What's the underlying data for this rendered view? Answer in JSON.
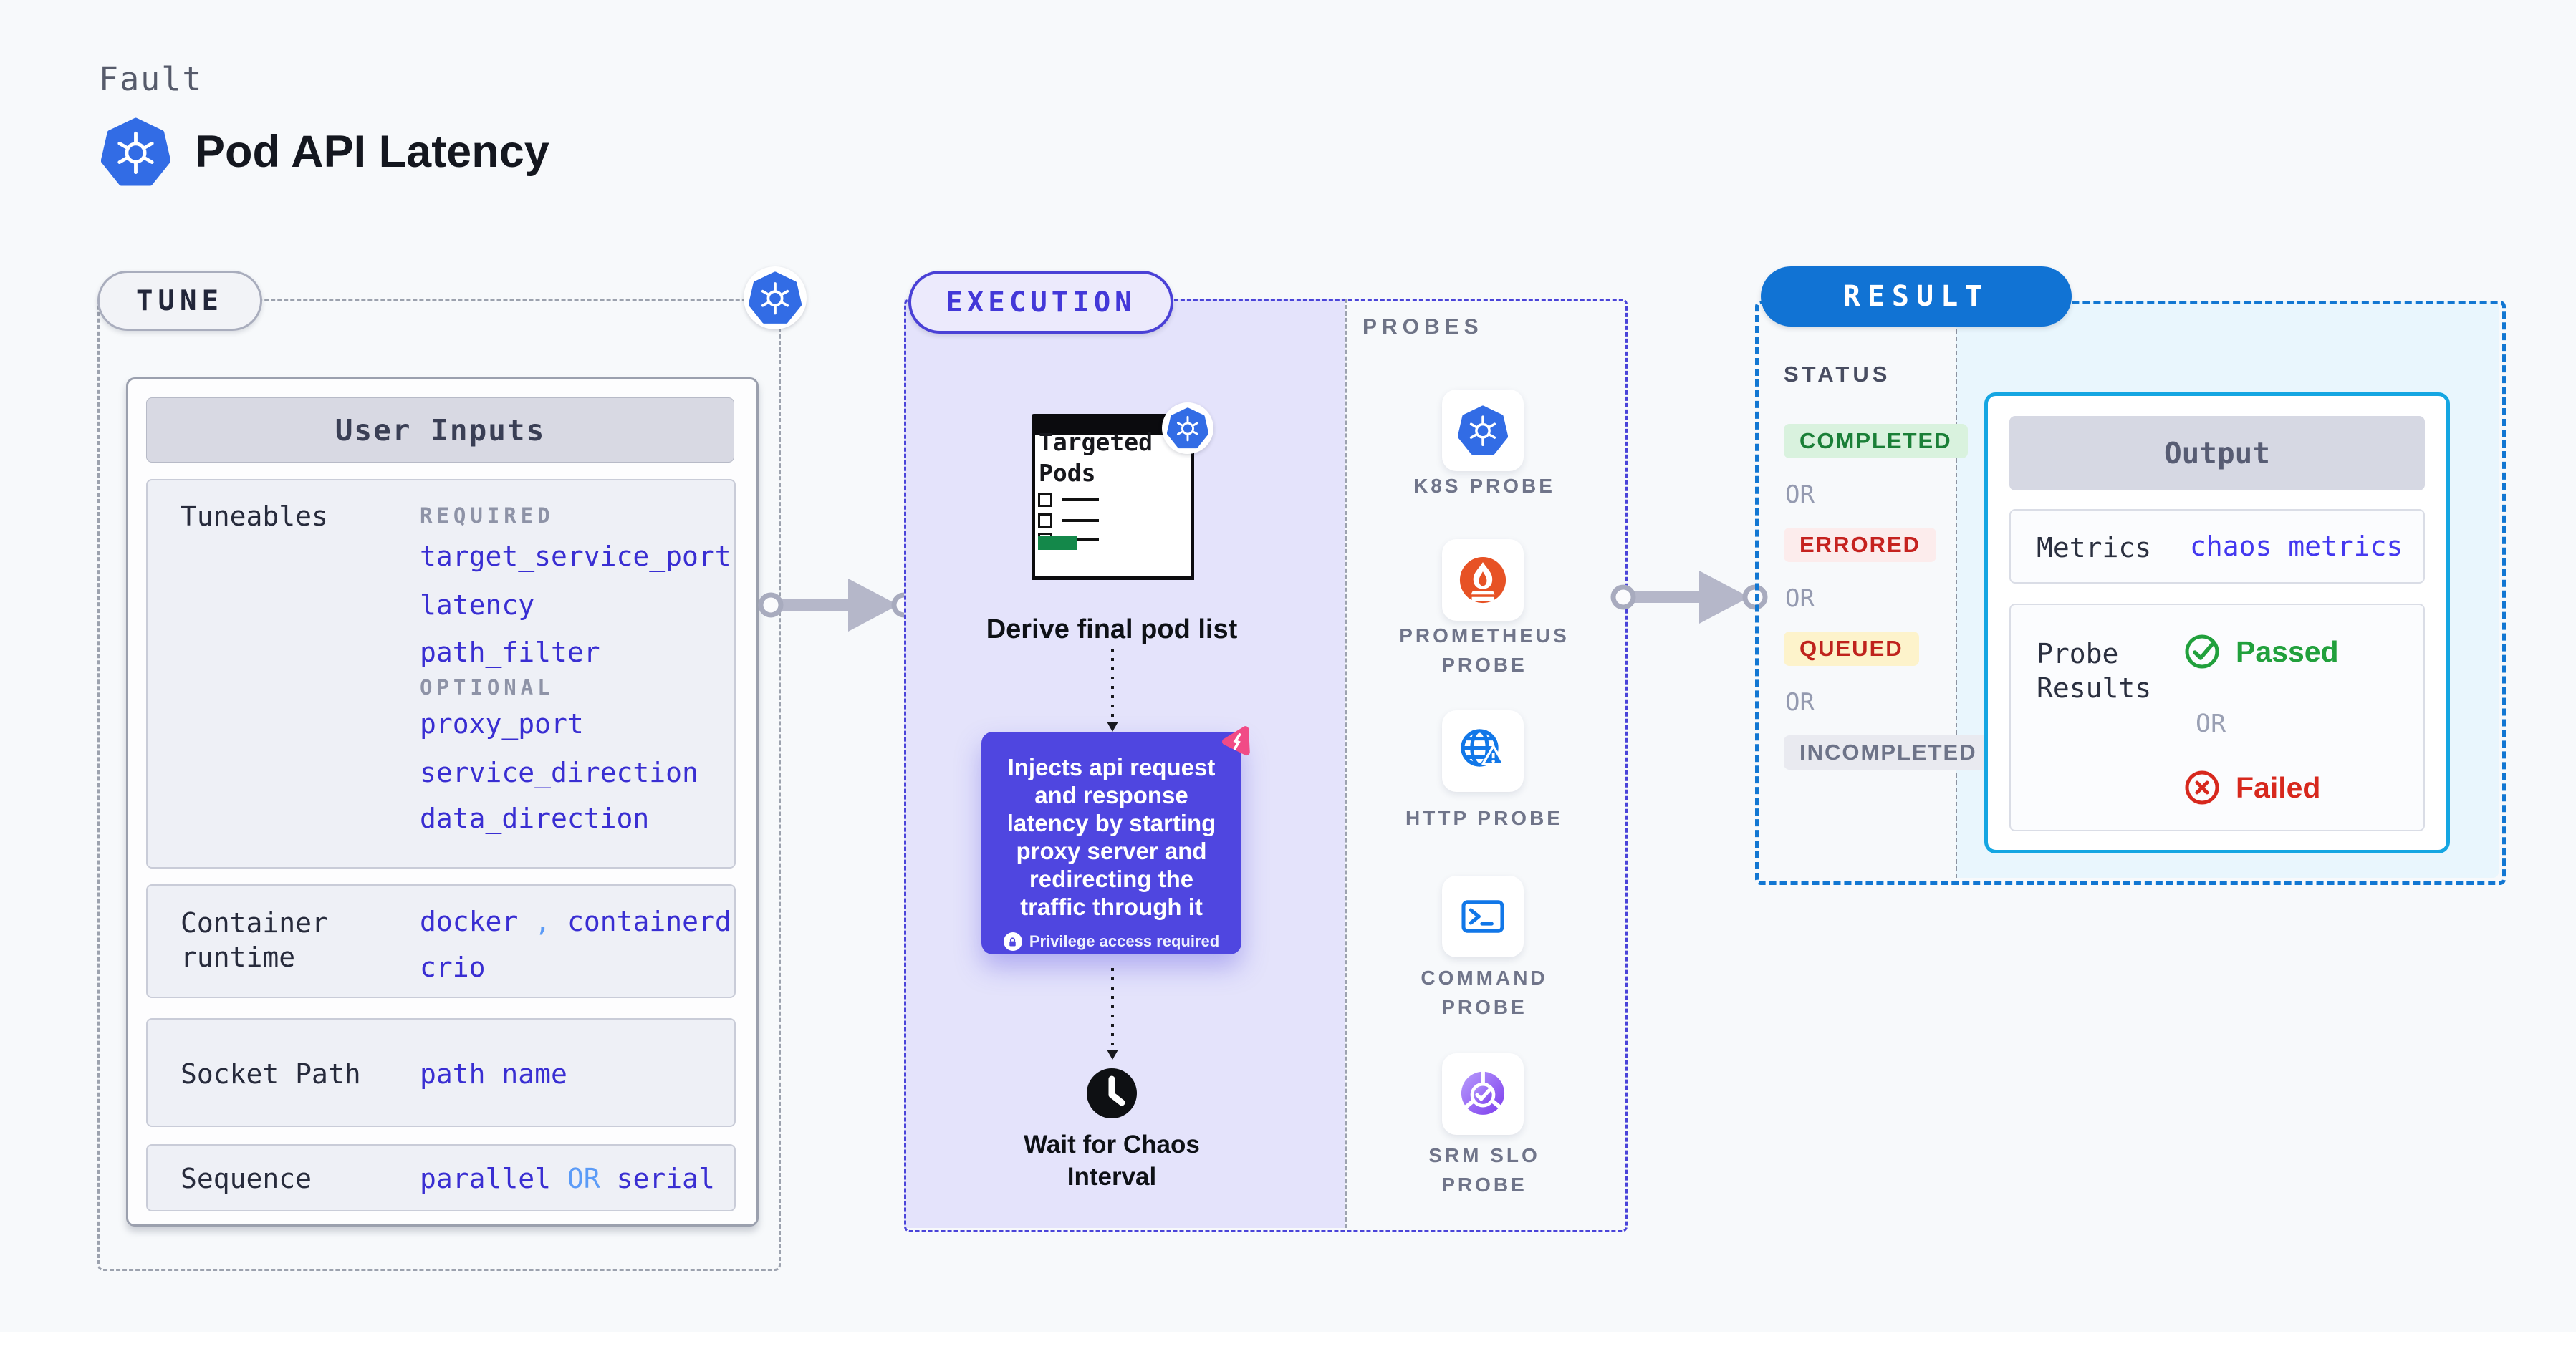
{
  "header": {
    "eyebrow": "Fault",
    "title": "Pod API Latency"
  },
  "colors": {
    "accent_indigo": "#4f46e0",
    "execution_border": "#4a44d9",
    "lavender_bg": "#e4e3fb",
    "result_blue": "#1173d4",
    "output_border": "#15a6e2",
    "cyan_bg": "#e9f6fd",
    "param_blue": "#392ed2",
    "link_blue": "#5b9bf7",
    "green": "#21a03c",
    "red": "#d7281d",
    "kubernetes_blue": "#326ce5",
    "prometheus_orange": "#e75225",
    "chaos_pink": "#f14b86"
  },
  "tune": {
    "badge_label": "TUNE",
    "user_inputs_header": "User Inputs",
    "tuneables_label": "Tuneables",
    "required_label": "REQUIRED",
    "required_params": [
      "target_service_port",
      "latency",
      "path_filter"
    ],
    "optional_label": "OPTIONAL",
    "optional_params": [
      "proxy_port",
      "service_direction",
      "data_direction"
    ],
    "container_runtime": {
      "label": "Container runtime",
      "value1": "docker",
      "separator": ",",
      "value2": "containerd",
      "value3": "crio"
    },
    "socket_path": {
      "label": "Socket Path",
      "value": "path name"
    },
    "sequence": {
      "label": "Sequence",
      "value1": "parallel",
      "or": "OR",
      "value2": "serial"
    }
  },
  "execution": {
    "badge_label": "EXECUTION",
    "targeted_pods_label": "Targeted Pods",
    "derive_label": "Derive final pod list",
    "inject_text": "Injects api request and response latency by starting proxy server and redirecting the traffic through it",
    "privilege_label": "Privilege access required",
    "wait_label": "Wait for Chaos Interval"
  },
  "probes": {
    "title": "PROBES",
    "items": [
      {
        "label": "K8S PROBE",
        "icon": "kubernetes-icon"
      },
      {
        "label": "PROMETHEUS PROBE",
        "icon": "prometheus-icon"
      },
      {
        "label": "HTTP PROBE",
        "icon": "http-globe-icon"
      },
      {
        "label": "COMMAND PROBE",
        "icon": "terminal-icon"
      },
      {
        "label": "SRM SLO PROBE",
        "icon": "slo-pie-icon"
      }
    ]
  },
  "result": {
    "badge_label": "RESULT",
    "status_label": "STATUS",
    "or_label": "OR",
    "statuses": [
      {
        "label": "COMPLETED",
        "css": "color:#1a7f37;background:#d9f2de"
      },
      {
        "label": "ERRORED",
        "css": "color:#c5221f;background:#fcecec"
      },
      {
        "label": "QUEUED",
        "css": "color:#bf231d;background:#fdf3cb"
      },
      {
        "label": "INCOMPLETED",
        "css": "color:#6d7388;background:#e9eaf0"
      }
    ],
    "output": {
      "header": "Output",
      "metrics_label": "Metrics",
      "metrics_value": "chaos metrics",
      "probe_results_label": "Probe Results",
      "passed_label": "Passed",
      "or_label": "OR",
      "failed_label": "Failed"
    }
  }
}
